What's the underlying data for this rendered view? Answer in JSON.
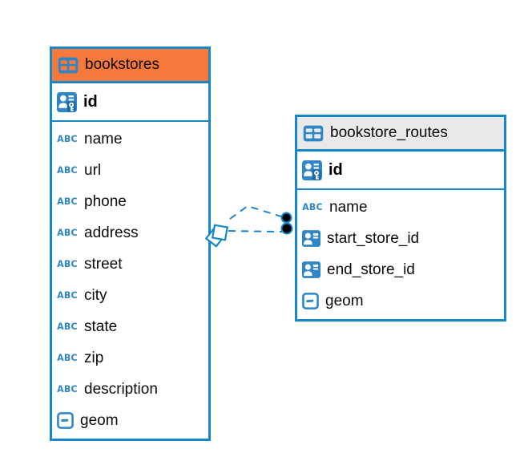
{
  "colors": {
    "accent_blue": "#1787c9",
    "icon_blue": "#2e86c7",
    "bookstores_header_bg": "#f6793b",
    "routes_header_bg": "#e9e9e9",
    "connector_dot": "#000000",
    "canvas_bg": "#ffffff"
  },
  "icons": {
    "text_type_label": "ABC"
  },
  "tables": [
    {
      "name": "bookstores",
      "primary_key": "id",
      "columns": [
        {
          "name": "name",
          "type": "text"
        },
        {
          "name": "url",
          "type": "text"
        },
        {
          "name": "phone",
          "type": "text"
        },
        {
          "name": "address",
          "type": "text"
        },
        {
          "name": "street",
          "type": "text"
        },
        {
          "name": "city",
          "type": "text"
        },
        {
          "name": "state",
          "type": "text"
        },
        {
          "name": "zip",
          "type": "text"
        },
        {
          "name": "description",
          "type": "text"
        },
        {
          "name": "geom",
          "type": "geometry"
        }
      ]
    },
    {
      "name": "bookstore_routes",
      "primary_key": "id",
      "columns": [
        {
          "name": "name",
          "type": "text"
        },
        {
          "name": "start_store_id",
          "type": "reference"
        },
        {
          "name": "end_store_id",
          "type": "reference"
        },
        {
          "name": "geom",
          "type": "geometry"
        }
      ]
    }
  ],
  "connectors": {
    "count": 2,
    "style": "dashed",
    "from_table": "bookstores",
    "to_table": "bookstore_routes"
  }
}
